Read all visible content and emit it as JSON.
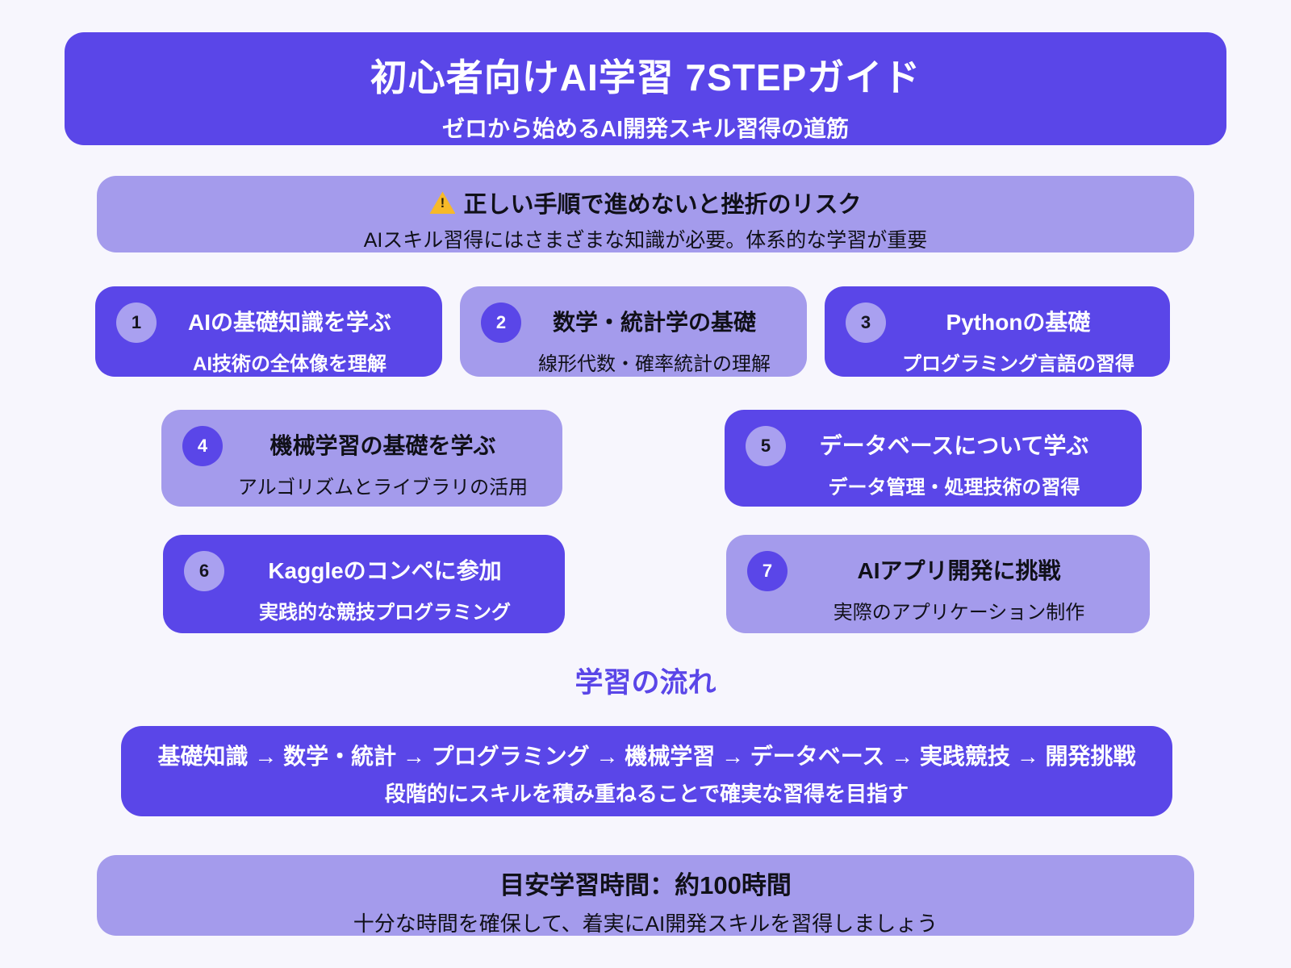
{
  "header": {
    "title": "初心者向けAI学習 7STEPガイド",
    "subtitle": "ゼロから始めるAI開発スキル習得の道筋"
  },
  "warning": {
    "icon": "warning-triangle",
    "title": "正しい手順で進めないと挫折のリスク",
    "subtitle": "AIスキル習得にはさまざまな知識が必要。体系的な学習が重要"
  },
  "steps": [
    {
      "number": "1",
      "title": "AIの基礎知識を学ぶ",
      "subtitle": "AI技術の全体像を理解",
      "variant": "dark"
    },
    {
      "number": "2",
      "title": "数学・統計学の基礎",
      "subtitle": "線形代数・確率統計の理解",
      "variant": "light"
    },
    {
      "number": "3",
      "title": "Pythonの基礎",
      "subtitle": "プログラミング言語の習得",
      "variant": "dark"
    },
    {
      "number": "4",
      "title": "機械学習の基礎を学ぶ",
      "subtitle": "アルゴリズムとライブラリの活用",
      "variant": "light"
    },
    {
      "number": "5",
      "title": "データベースについて学ぶ",
      "subtitle": "データ管理・処理技術の習得",
      "variant": "dark"
    },
    {
      "number": "6",
      "title": "Kaggleのコンペに参加",
      "subtitle": "実践的な競技プログラミング",
      "variant": "dark"
    },
    {
      "number": "7",
      "title": "AIアプリ開発に挑戦",
      "subtitle": "実際のアプリケーション制作",
      "variant": "light"
    }
  ],
  "flow": {
    "section_title": "学習の流れ",
    "sequence": "基礎知識 → 数学・統計 → プログラミング → 機械学習 → データベース → 実践競技 → 開発挑戦",
    "description": "段階的にスキルを積み重ねることで確実な習得を目指す"
  },
  "footer": {
    "title": "目安学習時間：約100時間",
    "subtitle": "十分な時間を確保して、着実にAI開発スキルを習得しましょう"
  },
  "colors": {
    "primary": "#5A46E8",
    "light_purple": "#A49BEC",
    "background": "#F7F6FD",
    "warning_yellow": "#F7B928",
    "text_dark": "#101018",
    "text_light": "#FFFFFF"
  }
}
